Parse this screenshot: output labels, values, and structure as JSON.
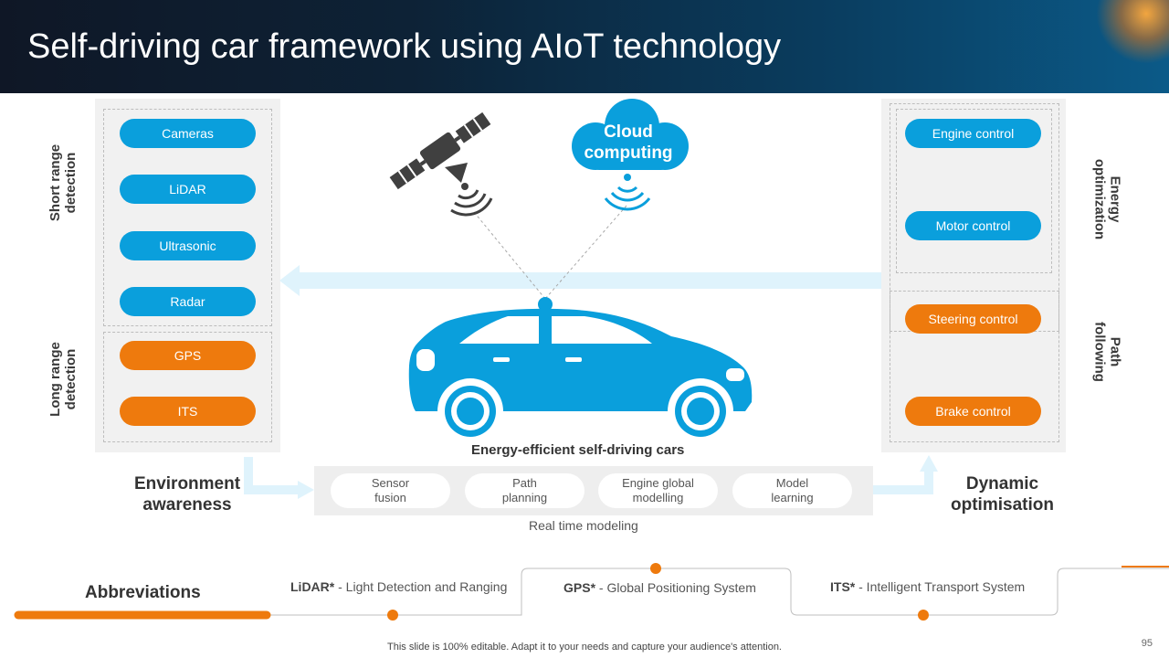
{
  "header": {
    "title": "Self-driving car framework using AIoT technology"
  },
  "left": {
    "short_range_label": "Short range detection",
    "long_range_label": "Long range detection",
    "sensors": [
      {
        "label": "Cameras",
        "color": "#0a9fdc"
      },
      {
        "label": "LiDAR",
        "color": "#0a9fdc"
      },
      {
        "label": "Ultrasonic",
        "color": "#0a9fdc"
      },
      {
        "label": "Radar",
        "color": "#0a9fdc"
      },
      {
        "label": "GPS",
        "color": "#ee7a0d"
      },
      {
        "label": "ITS",
        "color": "#ee7a0d"
      }
    ],
    "section_label": "Environment awareness"
  },
  "right": {
    "energy_label": "Energy optimization",
    "path_label": "Path following",
    "controls": [
      {
        "label": "Engine control",
        "color": "#0a9fdc"
      },
      {
        "label": "Motor control",
        "color": "#0a9fdc"
      },
      {
        "label": "Steering control",
        "color": "#ee7a0d"
      },
      {
        "label": "Brake control",
        "color": "#ee7a0d"
      }
    ],
    "section_label": "Dynamic optimisation"
  },
  "center": {
    "cloud_label": "Cloud computing",
    "car_caption": "Energy-efficient self-driving cars",
    "modeling_items": [
      "Sensor fusion",
      "Path planning",
      "Engine global modelling",
      "Model learning"
    ],
    "modeling_caption": "Real time modeling",
    "icons": [
      "satellite-icon",
      "cloud-icon",
      "signal-icon",
      "car-icon"
    ]
  },
  "abbreviations": {
    "title": "Abbreviations",
    "items": [
      {
        "term": "LiDAR*",
        "definition": " - Light Detection and Ranging"
      },
      {
        "term": "GPS*",
        "definition": " - Global Positioning System"
      },
      {
        "term": "ITS*",
        "definition": " - Intelligent Transport  System"
      }
    ]
  },
  "footer": {
    "note": "This slide is 100% editable. Adapt it to your needs and capture your audience's attention.",
    "page_number": "95"
  },
  "colors": {
    "blue": "#0a9fdc",
    "orange": "#ee7a0d",
    "light_blue": "#dff3fc",
    "panel_gray": "#f1f1f1"
  }
}
